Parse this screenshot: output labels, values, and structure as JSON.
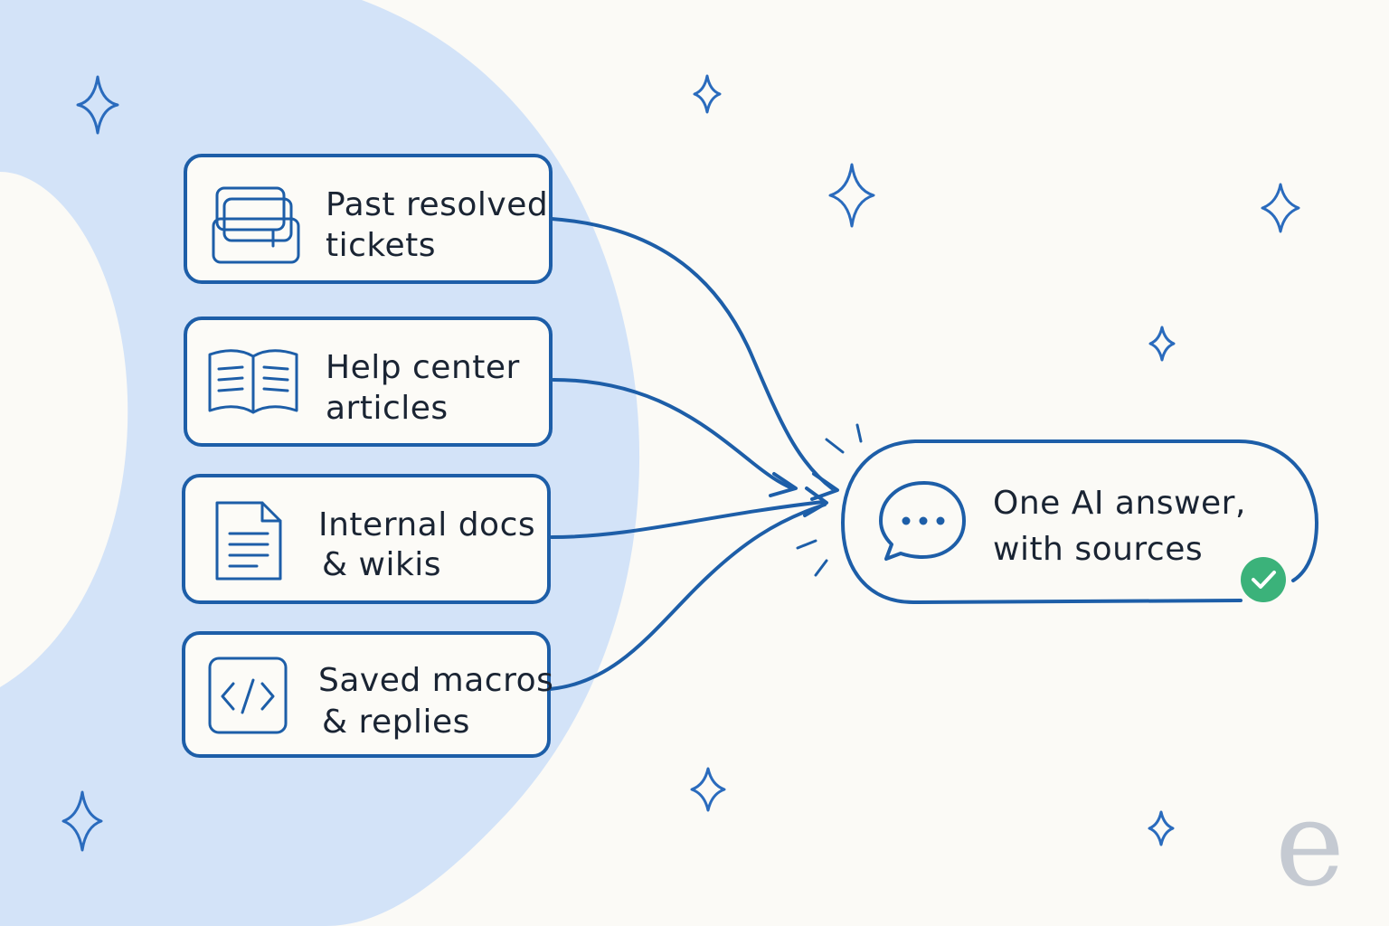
{
  "sources": [
    {
      "id": "tickets",
      "line1": "Past resolved",
      "line2": "tickets",
      "icon": "tickets-icon"
    },
    {
      "id": "help",
      "line1": "Help center",
      "line2": "articles",
      "icon": "open-book-icon"
    },
    {
      "id": "docs",
      "line1": "Internal docs",
      "line2": "& wikis",
      "icon": "document-icon"
    },
    {
      "id": "macros",
      "line1": "Saved macros",
      "line2": "& replies",
      "icon": "code-icon"
    }
  ],
  "output": {
    "line1": "One AI answer,",
    "line2": "with sources",
    "icon": "chat-bubble-icon",
    "status_icon": "check-badge-icon"
  },
  "brand": {
    "letter": "e"
  },
  "colors": {
    "background": "#fbfaf6",
    "blob": "#d3e3f8",
    "ink": "#1d5ea8",
    "text": "#1a2433",
    "check": "#3bb27a",
    "brand": "#c5cad2"
  }
}
